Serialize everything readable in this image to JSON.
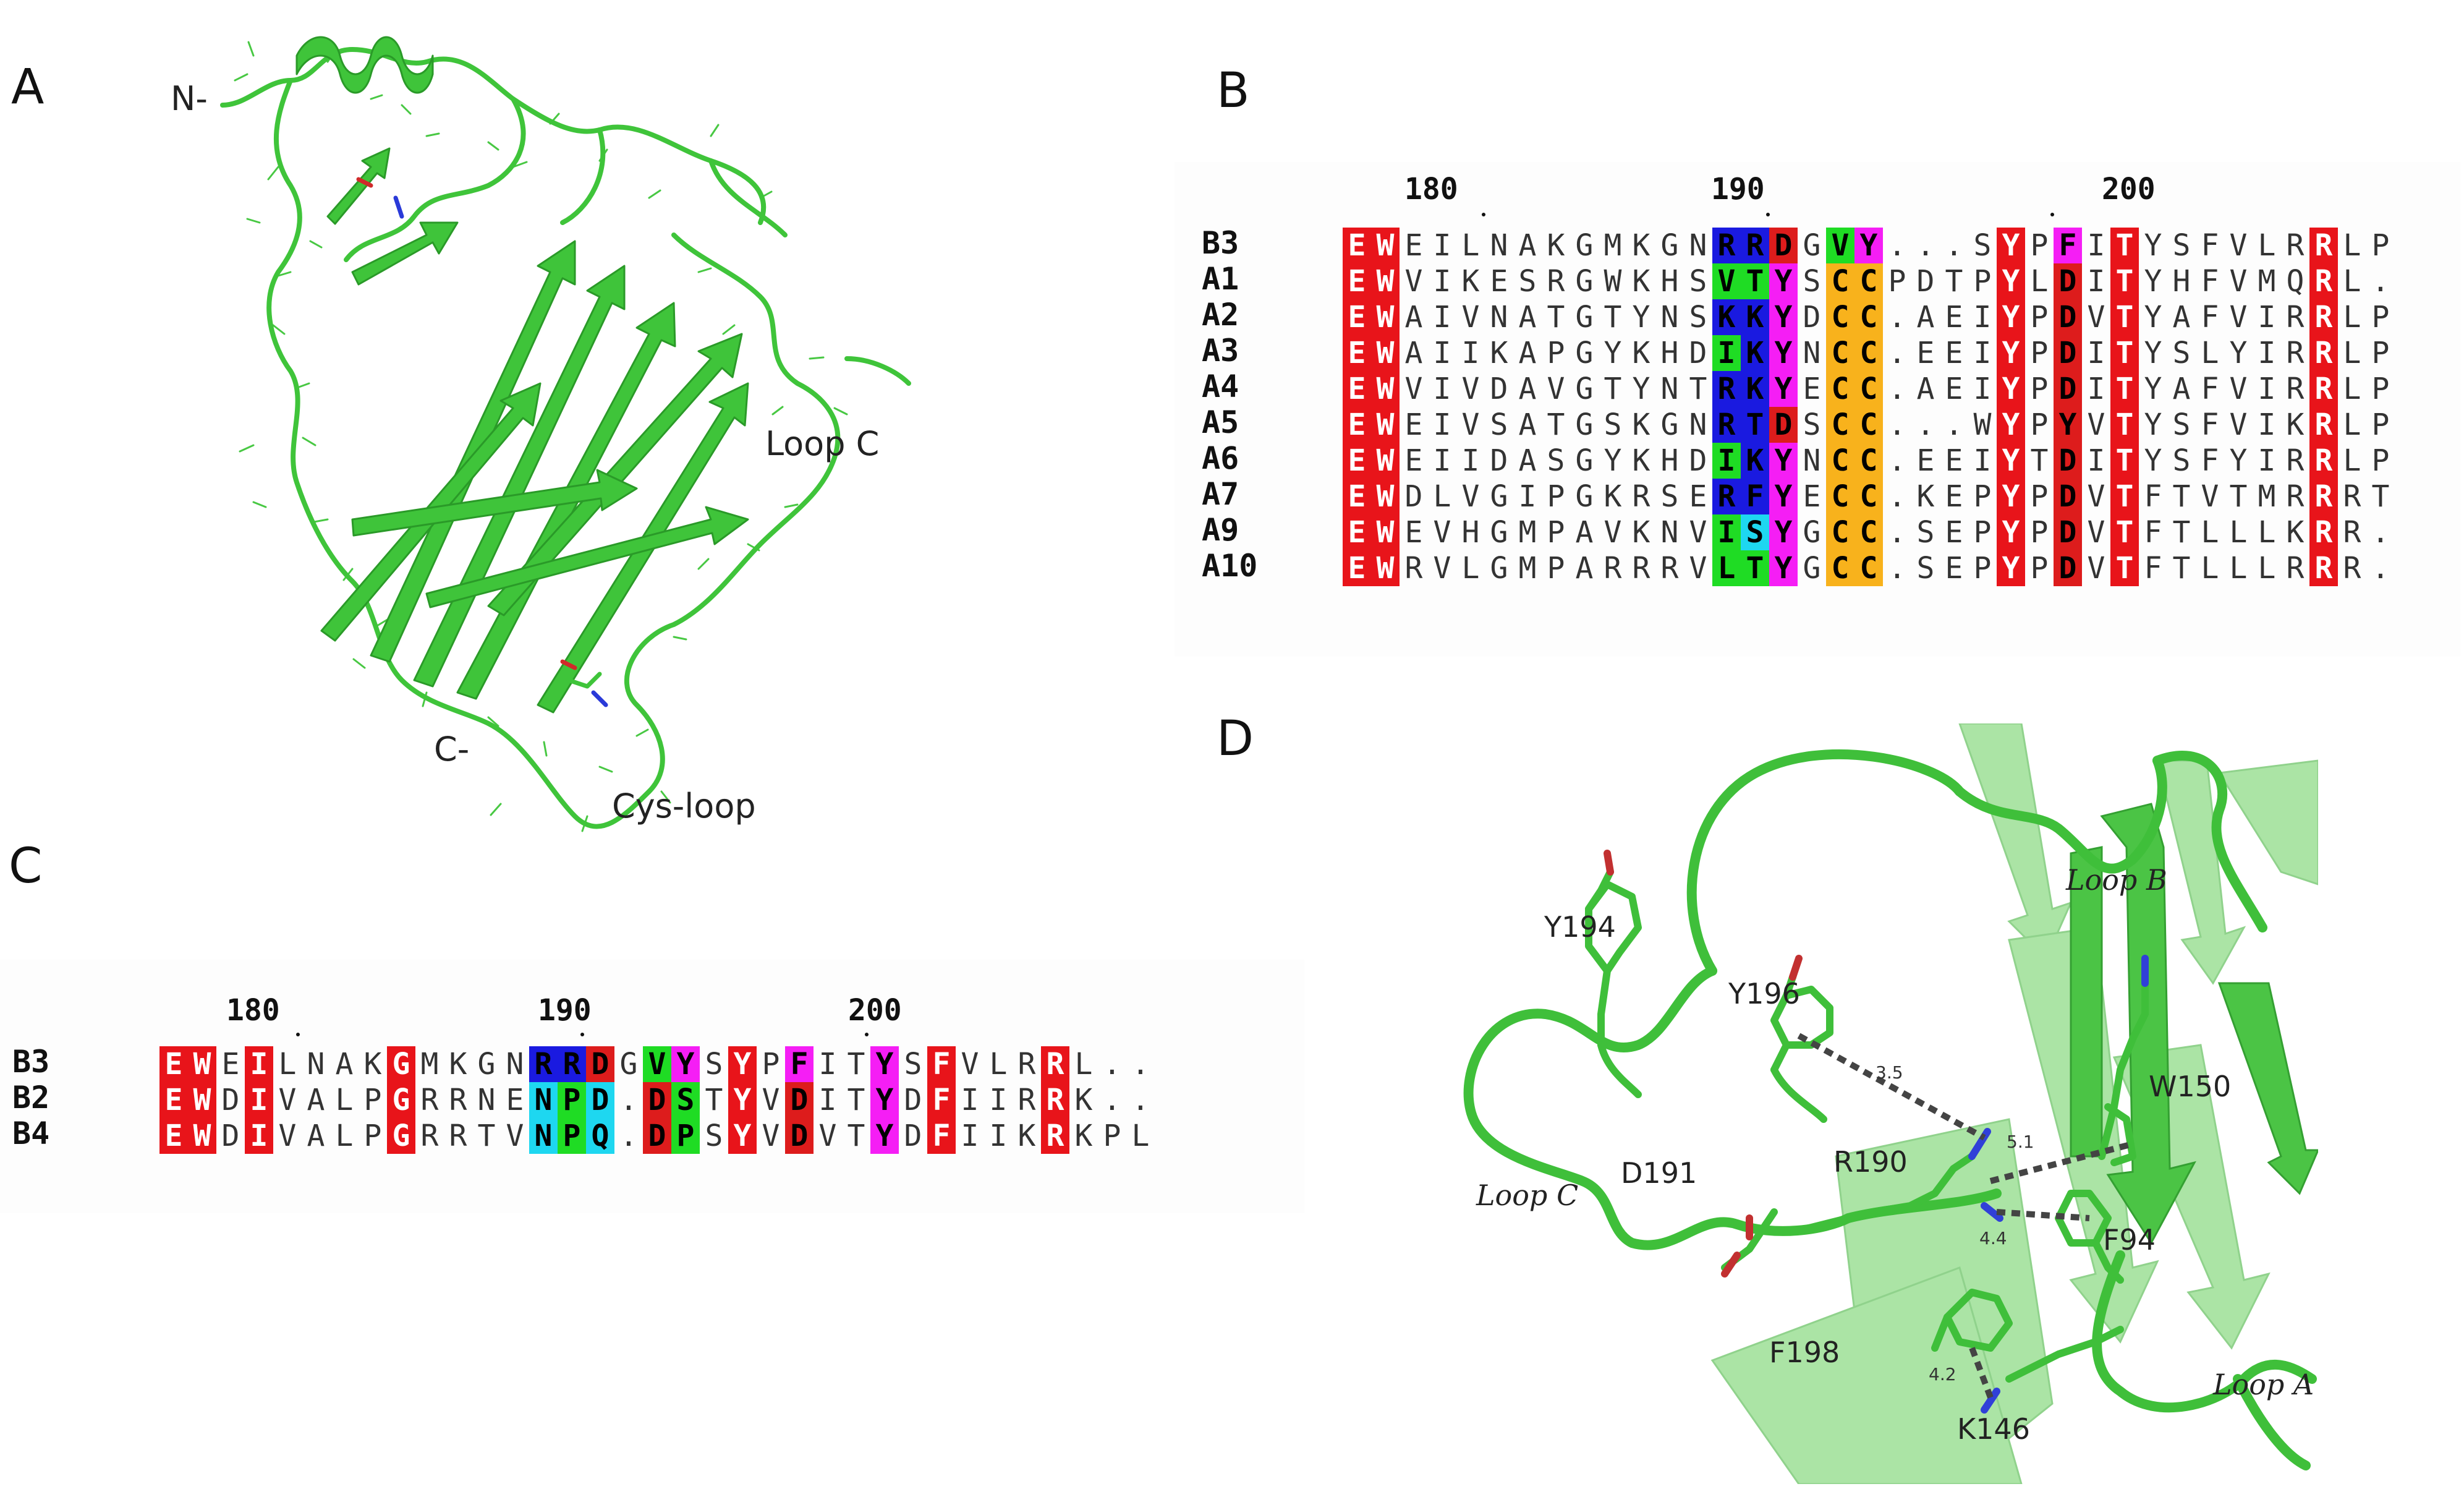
{
  "figure": {
    "panels": {
      "A": {
        "letter": "A",
        "labels": {
          "n_term": "N-",
          "c_term": "C-",
          "loop_c": "Loop C",
          "cys_loop": "Cys-loop"
        }
      },
      "B": {
        "letter": "B",
        "ticks": [
          "180",
          "190",
          "200"
        ],
        "rows": [
          {
            "name": "B3",
            "seq": "EWEILNAKGMKGNRRDGVY...SYPFITYSFVLRRLP"
          },
          {
            "name": "A1",
            "seq": "EWVIKESRGWKHSVTYSCCPDTPYLDITYHFVMQRL."
          },
          {
            "name": "A2",
            "seq": "EWAIVNATGTYNSKKYDCC.AEIYPDVTYAFVIRRLP"
          },
          {
            "name": "A3",
            "seq": "EWAIIKAPGYKHDIKYNCC.EEIYPDITYSLYIRRLP"
          },
          {
            "name": "A4",
            "seq": "EWVIVDAVGTYNTRKYECC.AEIYPDITYAFVIRRLP"
          },
          {
            "name": "A5",
            "seq": "EWEIVSATGSKGNRTDSCC...WYPYVTYSFVIKRLP"
          },
          {
            "name": "A6",
            "seq": "EWEIIDASGYKHDIKYNCC.EEIYTDITYSFYIRRLP"
          },
          {
            "name": "A7",
            "seq": "EWDLVGIPGKRSERFYECC.KEPYPDVTFTVTMRRRT"
          },
          {
            "name": "A9",
            "seq": "EWEVHGMPAVKNVISYGCC.SEPYPDVTFTLLLKRR."
          },
          {
            "name": "A10",
            "seq": "EWRVLGMPARRRVLTYGCC.SEPYPDVTFTLLLRRR."
          }
        ]
      },
      "C": {
        "letter": "C",
        "ticks": [
          "180",
          "190",
          "200"
        ],
        "rows": [
          {
            "name": "B3",
            "seq": "EWEILNAKGMKGNRRDGVYSYPFITYSFVLRRL.."
          },
          {
            "name": "B2",
            "seq": "EWDIVALPGRRNENPD.DSTYVDITYDFIIRRK.."
          },
          {
            "name": "B4",
            "seq": "EWDIVALPGRRTVNPQ.DPSYVDVTYDFIIKRKPL"
          }
        ]
      },
      "D": {
        "letter": "D",
        "residues": {
          "y194": "Y194",
          "y196": "Y196",
          "d191": "D191",
          "r190": "R190",
          "w150": "W150",
          "f94": "F94",
          "f198": "F198",
          "k146": "K146"
        },
        "loops": {
          "loop_a": "Loop A",
          "loop_b": "Loop B",
          "loop_c": "Loop C"
        },
        "distances": {
          "d1": "3.5",
          "d2": "5.1",
          "d3": "4.4",
          "d4": "4.2"
        }
      }
    },
    "colors": {
      "conserved": "#e8141a",
      "blue": "#1a1ae0",
      "green": "#1fdc24",
      "magenta": "#f51ef5",
      "cyan": "#1ed7f0",
      "orange": "#f8b21c",
      "ribbon": "#3fc43a"
    }
  }
}
